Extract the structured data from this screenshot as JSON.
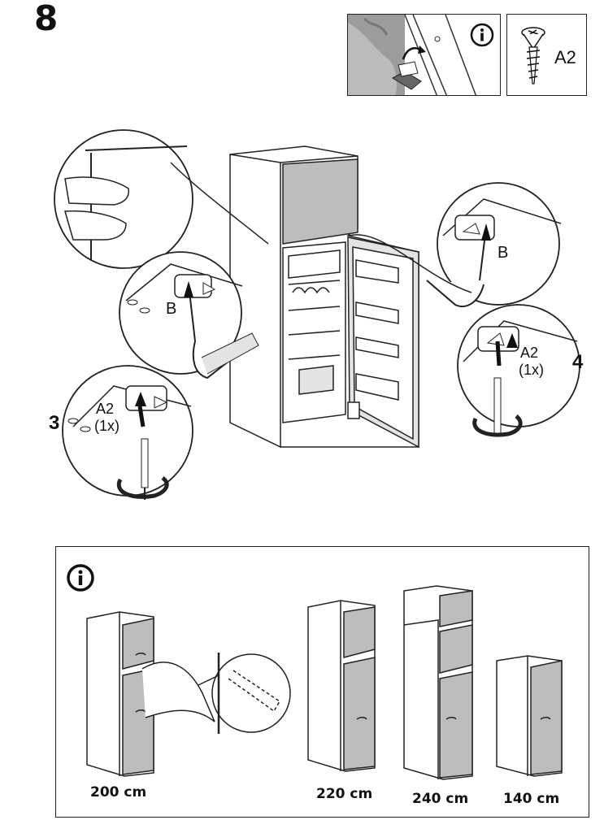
{
  "step": {
    "number": "8"
  },
  "hardware": {
    "screw_code": "A2"
  },
  "callouts": {
    "left_part": "B",
    "left_screw": "A2",
    "left_qty": "(1x)",
    "left_step": "3",
    "right_part": "B",
    "right_screw": "A2",
    "right_qty": "(1x)",
    "right_step": "4"
  },
  "sizes": {
    "s200": "200 cm",
    "s220": "220 cm",
    "s240": "240 cm",
    "s140": "140 cm"
  },
  "icons": [
    "info-icon",
    "screw-icon",
    "screwdriver-icon",
    "hammer-icon",
    "rotate-arrow-icon"
  ],
  "colors": {
    "line": "#222222",
    "panel_gray": "#bdbdbd",
    "light_gray": "#e4e4e4"
  }
}
